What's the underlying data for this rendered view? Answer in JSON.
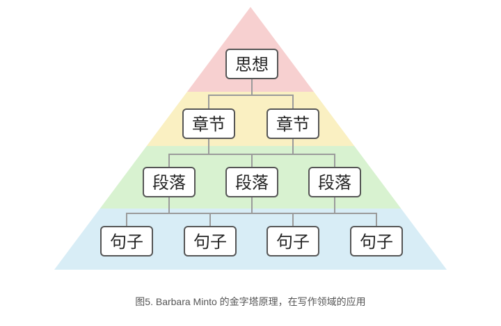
{
  "diagram": {
    "levels": [
      {
        "color": "#f7d0d0",
        "nodes": [
          "思想"
        ]
      },
      {
        "color": "#faf0c2",
        "nodes": [
          "章节",
          "章节"
        ]
      },
      {
        "color": "#d8f2d0",
        "nodes": [
          "段落",
          "段落",
          "段落"
        ]
      },
      {
        "color": "#d8edf6",
        "nodes": [
          "句子",
          "句子",
          "句子",
          "句子"
        ]
      }
    ]
  },
  "caption": "图5. Barbara Minto 的金字塔原理，在写作领域的应用"
}
